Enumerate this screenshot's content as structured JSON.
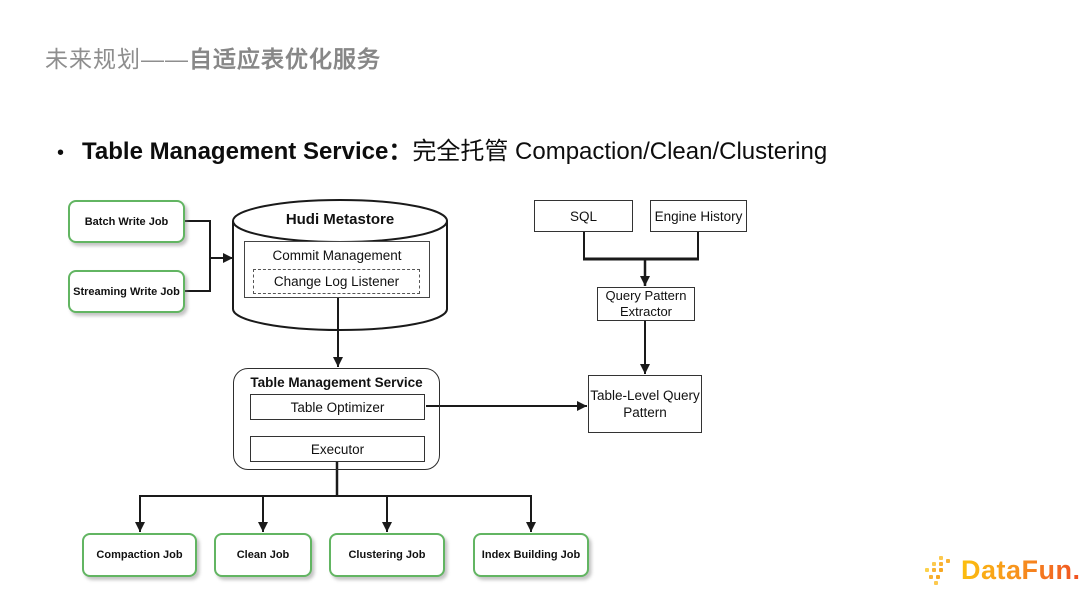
{
  "title": {
    "prefix": "未来规划——",
    "emphasis": "自适应表优化服务"
  },
  "bullet": {
    "marker": "•",
    "term": "Table Management Service：",
    "description": "完全托管 Compaction/Clean/Clustering"
  },
  "diagram": {
    "nodes": {
      "batch_write_job": "Batch Write Job",
      "streaming_write_job": "Streaming Write Job",
      "hudi_metastore": "Hudi Metastore",
      "commit_management": "Commit Management",
      "change_log_listener": "Change Log Listener",
      "sql": "SQL",
      "engine_history": "Engine History",
      "query_pattern_extractor": "Query Pattern Extractor",
      "table_management_service": "Table Management Service",
      "table_optimizer": "Table Optimizer",
      "executor": "Executor",
      "table_level_query_pattern": "Table-Level Query Pattern",
      "compaction_job": "Compaction Job",
      "clean_job": "Clean Job",
      "clustering_job": "Clustering Job",
      "index_building_job": "Index Building Job"
    },
    "colors": {
      "job_box_border": "#62b562",
      "plain_box_border": "#333333",
      "connector_line": "#1a1a1a",
      "title_gray": "#8e8e8e"
    }
  },
  "logo": {
    "text": "DataFun.",
    "gradient_start": "#fcc10e",
    "gradient_end": "#f04e23"
  }
}
